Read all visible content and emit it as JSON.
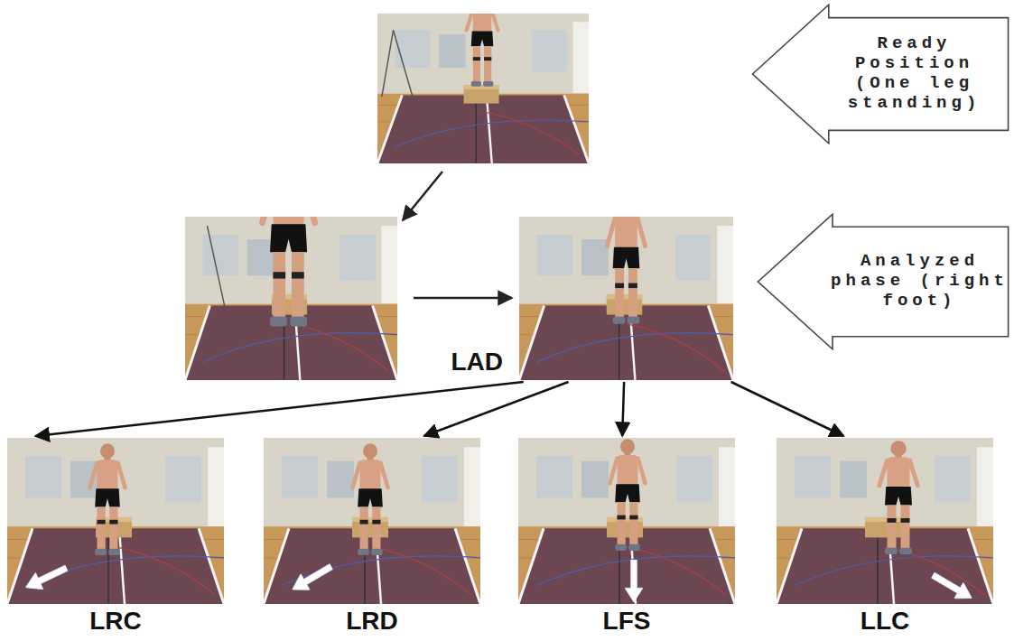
{
  "diagram": {
    "nodes": [
      {
        "text": [
          "Ready Position (One leg standing)"
        ]
      },
      {
        "text": [
          "LAD"
        ]
      },
      {
        "text": [
          "Analyzed phase (right foot)"
        ]
      },
      {
        "text": [
          "LRC"
        ]
      },
      {
        "text": [
          "LRD"
        ]
      },
      {
        "text": [
          "LFS"
        ]
      },
      {
        "text": [
          "LLC"
        ]
      }
    ],
    "edges": [
      {
        "from": 1,
        "to": 3,
        "arrow": "to"
      },
      {
        "from": 1,
        "to": 4,
        "arrow": "to"
      },
      {
        "from": 1,
        "to": 5,
        "arrow": "to"
      },
      {
        "from": 1,
        "to": 6,
        "arrow": "to"
      }
    ]
  }
}
